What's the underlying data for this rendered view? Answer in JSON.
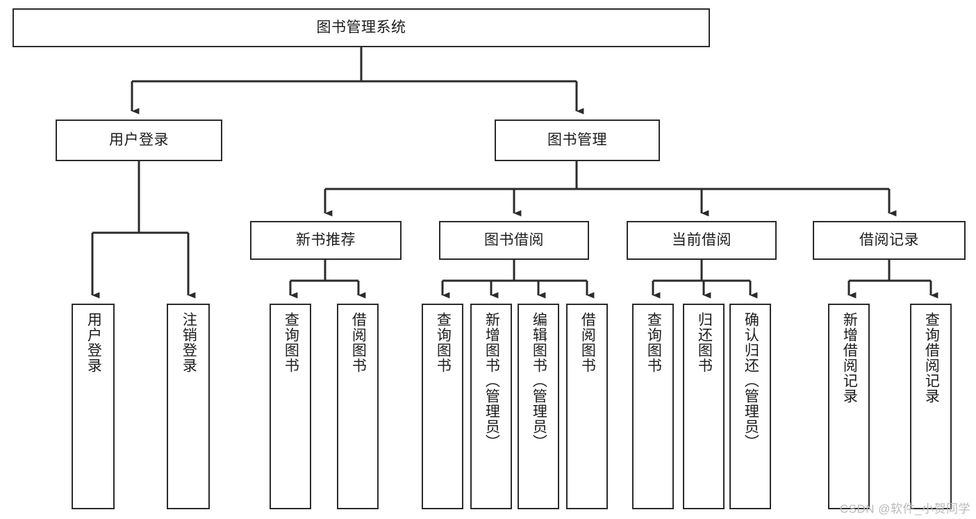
{
  "diagram": {
    "title": "图书管理系统",
    "type": "tree",
    "watermark": "CSDN @软件_小贺同学",
    "colors": {
      "box_border": "#2b2b2b",
      "box_fill": "#ffffff",
      "connector": "#2b2b2b",
      "text": "#1c1c1c",
      "watermark": "#b9b9b9",
      "background": "#ffffff"
    },
    "levels": {
      "root": {
        "label": "图书管理系统"
      },
      "level2": [
        {
          "id": "user-login",
          "label": "用户登录"
        },
        {
          "id": "book-management",
          "label": "图书管理"
        }
      ],
      "level3": [
        {
          "id": "new-book-recommend",
          "label": "新书推荐",
          "parent": "book-management"
        },
        {
          "id": "book-borrow",
          "label": "图书借阅",
          "parent": "book-management"
        },
        {
          "id": "current-borrow",
          "label": "当前借阅",
          "parent": "book-management"
        },
        {
          "id": "borrow-record",
          "label": "借阅记录",
          "parent": "book-management"
        }
      ],
      "leaves": [
        {
          "id": "leaf-user-login",
          "label": "用户登录",
          "parent": "user-login"
        },
        {
          "id": "leaf-logout-login",
          "label": "注销登录",
          "parent": "user-login"
        },
        {
          "id": "leaf-query-book-1",
          "label": "查询图书",
          "parent": "new-book-recommend"
        },
        {
          "id": "leaf-borrow-book-1",
          "label": "借阅图书",
          "parent": "new-book-recommend"
        },
        {
          "id": "leaf-query-book-2",
          "label": "查询图书",
          "parent": "book-borrow"
        },
        {
          "id": "leaf-add-book",
          "label": "新增图书（管理员）",
          "parent": "book-borrow"
        },
        {
          "id": "leaf-edit-book",
          "label": "编辑图书（管理员）",
          "parent": "book-borrow"
        },
        {
          "id": "leaf-borrow-book-2",
          "label": "借阅图书",
          "parent": "book-borrow"
        },
        {
          "id": "leaf-query-book-3",
          "label": "查询图书",
          "parent": "current-borrow"
        },
        {
          "id": "leaf-return-book",
          "label": "归还图书",
          "parent": "current-borrow"
        },
        {
          "id": "leaf-confirm-return",
          "label": "确认归还（管理员）",
          "parent": "current-borrow"
        },
        {
          "id": "leaf-add-record",
          "label": "新增借阅记录",
          "parent": "borrow-record"
        },
        {
          "id": "leaf-query-record",
          "label": "查询借阅记录",
          "parent": "borrow-record"
        }
      ]
    }
  }
}
